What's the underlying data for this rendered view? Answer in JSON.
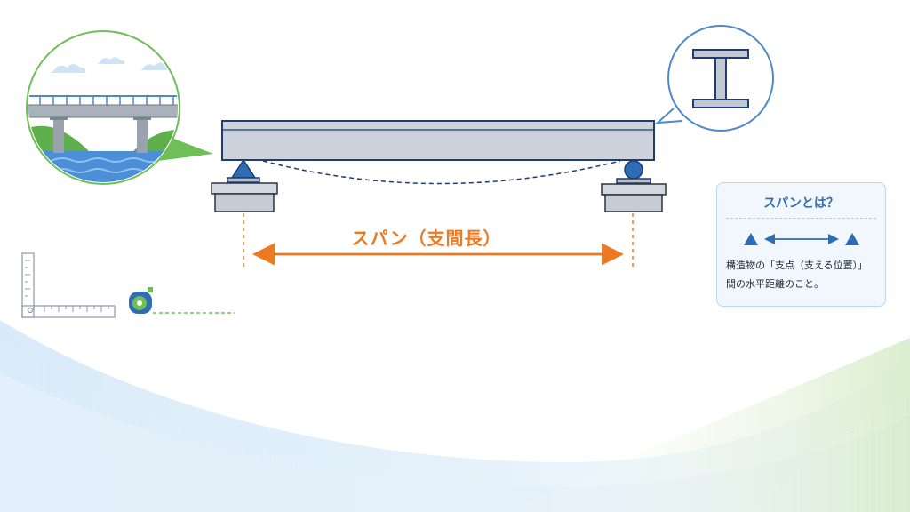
{
  "diagram": {
    "span_label": "スパン（支間長）",
    "info_box": {
      "title": "スパンとは？",
      "body_line1": "構造物の「支点（支える位置）」",
      "body_line2": "間の水平距離のこと。"
    }
  },
  "colors": {
    "beam_fill": "#cdd3dc",
    "beam_stroke": "#1f3c73",
    "support_blue": "#2e6db4",
    "span_orange": "#ec7a22",
    "bubble_green": "#6fbf58",
    "bubble_blue": "#4e89c8",
    "info_title_blue": "#2d6fb6"
  },
  "icons": [
    "bridge-scene-icon",
    "i-beam-icon",
    "pin-support-icon",
    "roller-support-icon",
    "carpenter-square-icon",
    "tape-measure-icon"
  ]
}
